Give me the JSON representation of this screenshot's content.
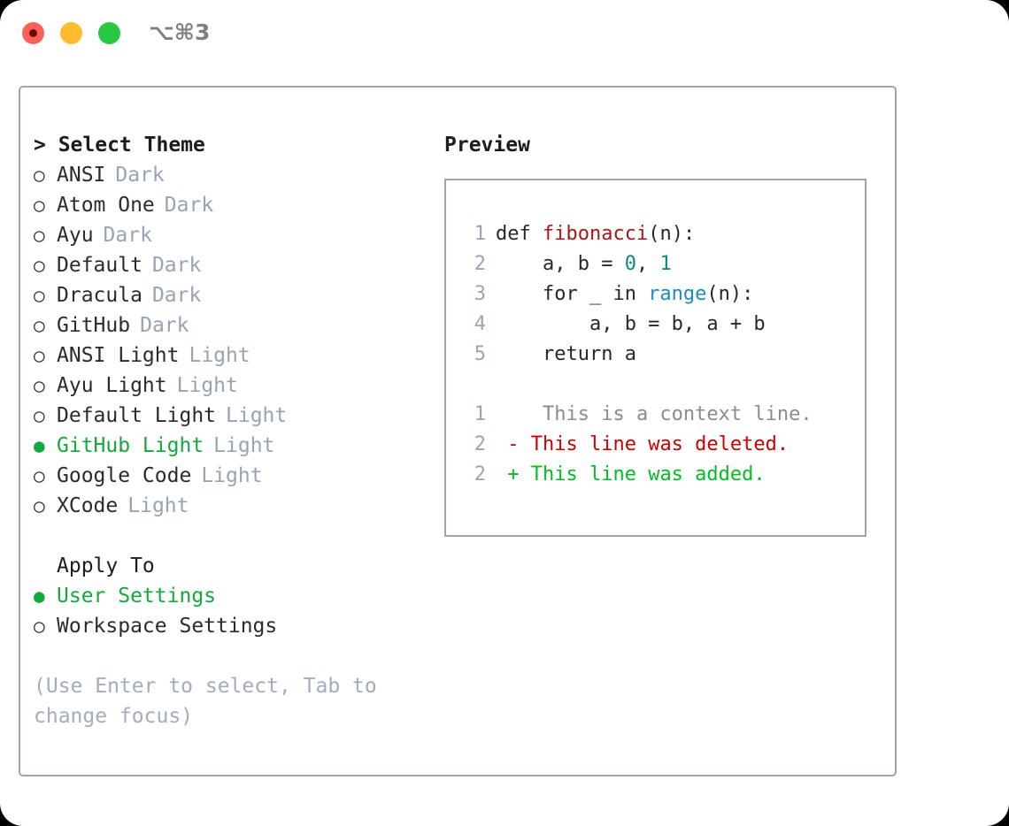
{
  "titlebar": {
    "shortcut": "⌥⌘3",
    "buttons": [
      {
        "name": "close",
        "color": "#ff6058"
      },
      {
        "name": "minimize",
        "color": "#febc2e"
      },
      {
        "name": "zoom",
        "color": "#28c840"
      }
    ]
  },
  "theme_picker": {
    "heading": "> Select Theme",
    "marker_selected": "●",
    "marker_unselected": "○",
    "selected_color": "#15a83c",
    "tag_color": "#98a3b3",
    "items": [
      {
        "label": "ANSI",
        "tag": "Dark",
        "selected": false
      },
      {
        "label": "Atom One",
        "tag": "Dark",
        "selected": false
      },
      {
        "label": "Ayu",
        "tag": "Dark",
        "selected": false
      },
      {
        "label": "Default",
        "tag": "Dark",
        "selected": false
      },
      {
        "label": "Dracula",
        "tag": "Dark",
        "selected": false
      },
      {
        "label": "GitHub",
        "tag": "Dark",
        "selected": false
      },
      {
        "label": "ANSI Light",
        "tag": "Light",
        "selected": false
      },
      {
        "label": "Ayu Light",
        "tag": "Light",
        "selected": false
      },
      {
        "label": "Default Light",
        "tag": "Light",
        "selected": false
      },
      {
        "label": "GitHub Light",
        "tag": "Light",
        "selected": true
      },
      {
        "label": "Google Code",
        "tag": "Light",
        "selected": false
      },
      {
        "label": "XCode",
        "tag": "Light",
        "selected": false
      }
    ]
  },
  "apply_to": {
    "heading": "Apply To",
    "items": [
      {
        "label": "User Settings",
        "selected": true
      },
      {
        "label": "Workspace Settings",
        "selected": false
      }
    ]
  },
  "hint": "(Use Enter to select, Tab to change focus)",
  "preview": {
    "heading": "Preview",
    "code_lines": [
      {
        "num": "1",
        "tokens": [
          {
            "text": "def ",
            "type": "plain"
          },
          {
            "text": "fibonacci",
            "type": "fn"
          },
          {
            "text": "(n):",
            "type": "plain"
          }
        ]
      },
      {
        "num": "2",
        "tokens": [
          {
            "text": "    a, b = ",
            "type": "plain"
          },
          {
            "text": "0",
            "type": "num"
          },
          {
            "text": ", ",
            "type": "plain"
          },
          {
            "text": "1",
            "type": "num"
          }
        ]
      },
      {
        "num": "3",
        "tokens": [
          {
            "text": "    for _ in ",
            "type": "plain"
          },
          {
            "text": "range",
            "type": "builtin"
          },
          {
            "text": "(n):",
            "type": "plain"
          }
        ]
      },
      {
        "num": "4",
        "tokens": [
          {
            "text": "        a, b = b, a + b",
            "type": "plain"
          }
        ]
      },
      {
        "num": "5",
        "tokens": [
          {
            "text": "    return a",
            "type": "plain"
          }
        ]
      }
    ],
    "diff_lines": [
      {
        "num": "1",
        "sign": " ",
        "text": "  This is a context line.",
        "kind": "ctx"
      },
      {
        "num": "2",
        "sign": "-",
        "text": " This line was deleted.",
        "kind": "del"
      },
      {
        "num": "2",
        "sign": "+",
        "text": " This line was added.",
        "kind": "add"
      }
    ]
  },
  "colors": {
    "panel_border": "#9aa5b5",
    "diff_delete": "#cc0000",
    "diff_add": "#00bf24",
    "diff_context": "#8b8b8b",
    "fn_name": "#a61717",
    "number": "#0e8a7a",
    "builtin": "#1b8cbd",
    "line_number": "#9aa5b5"
  }
}
